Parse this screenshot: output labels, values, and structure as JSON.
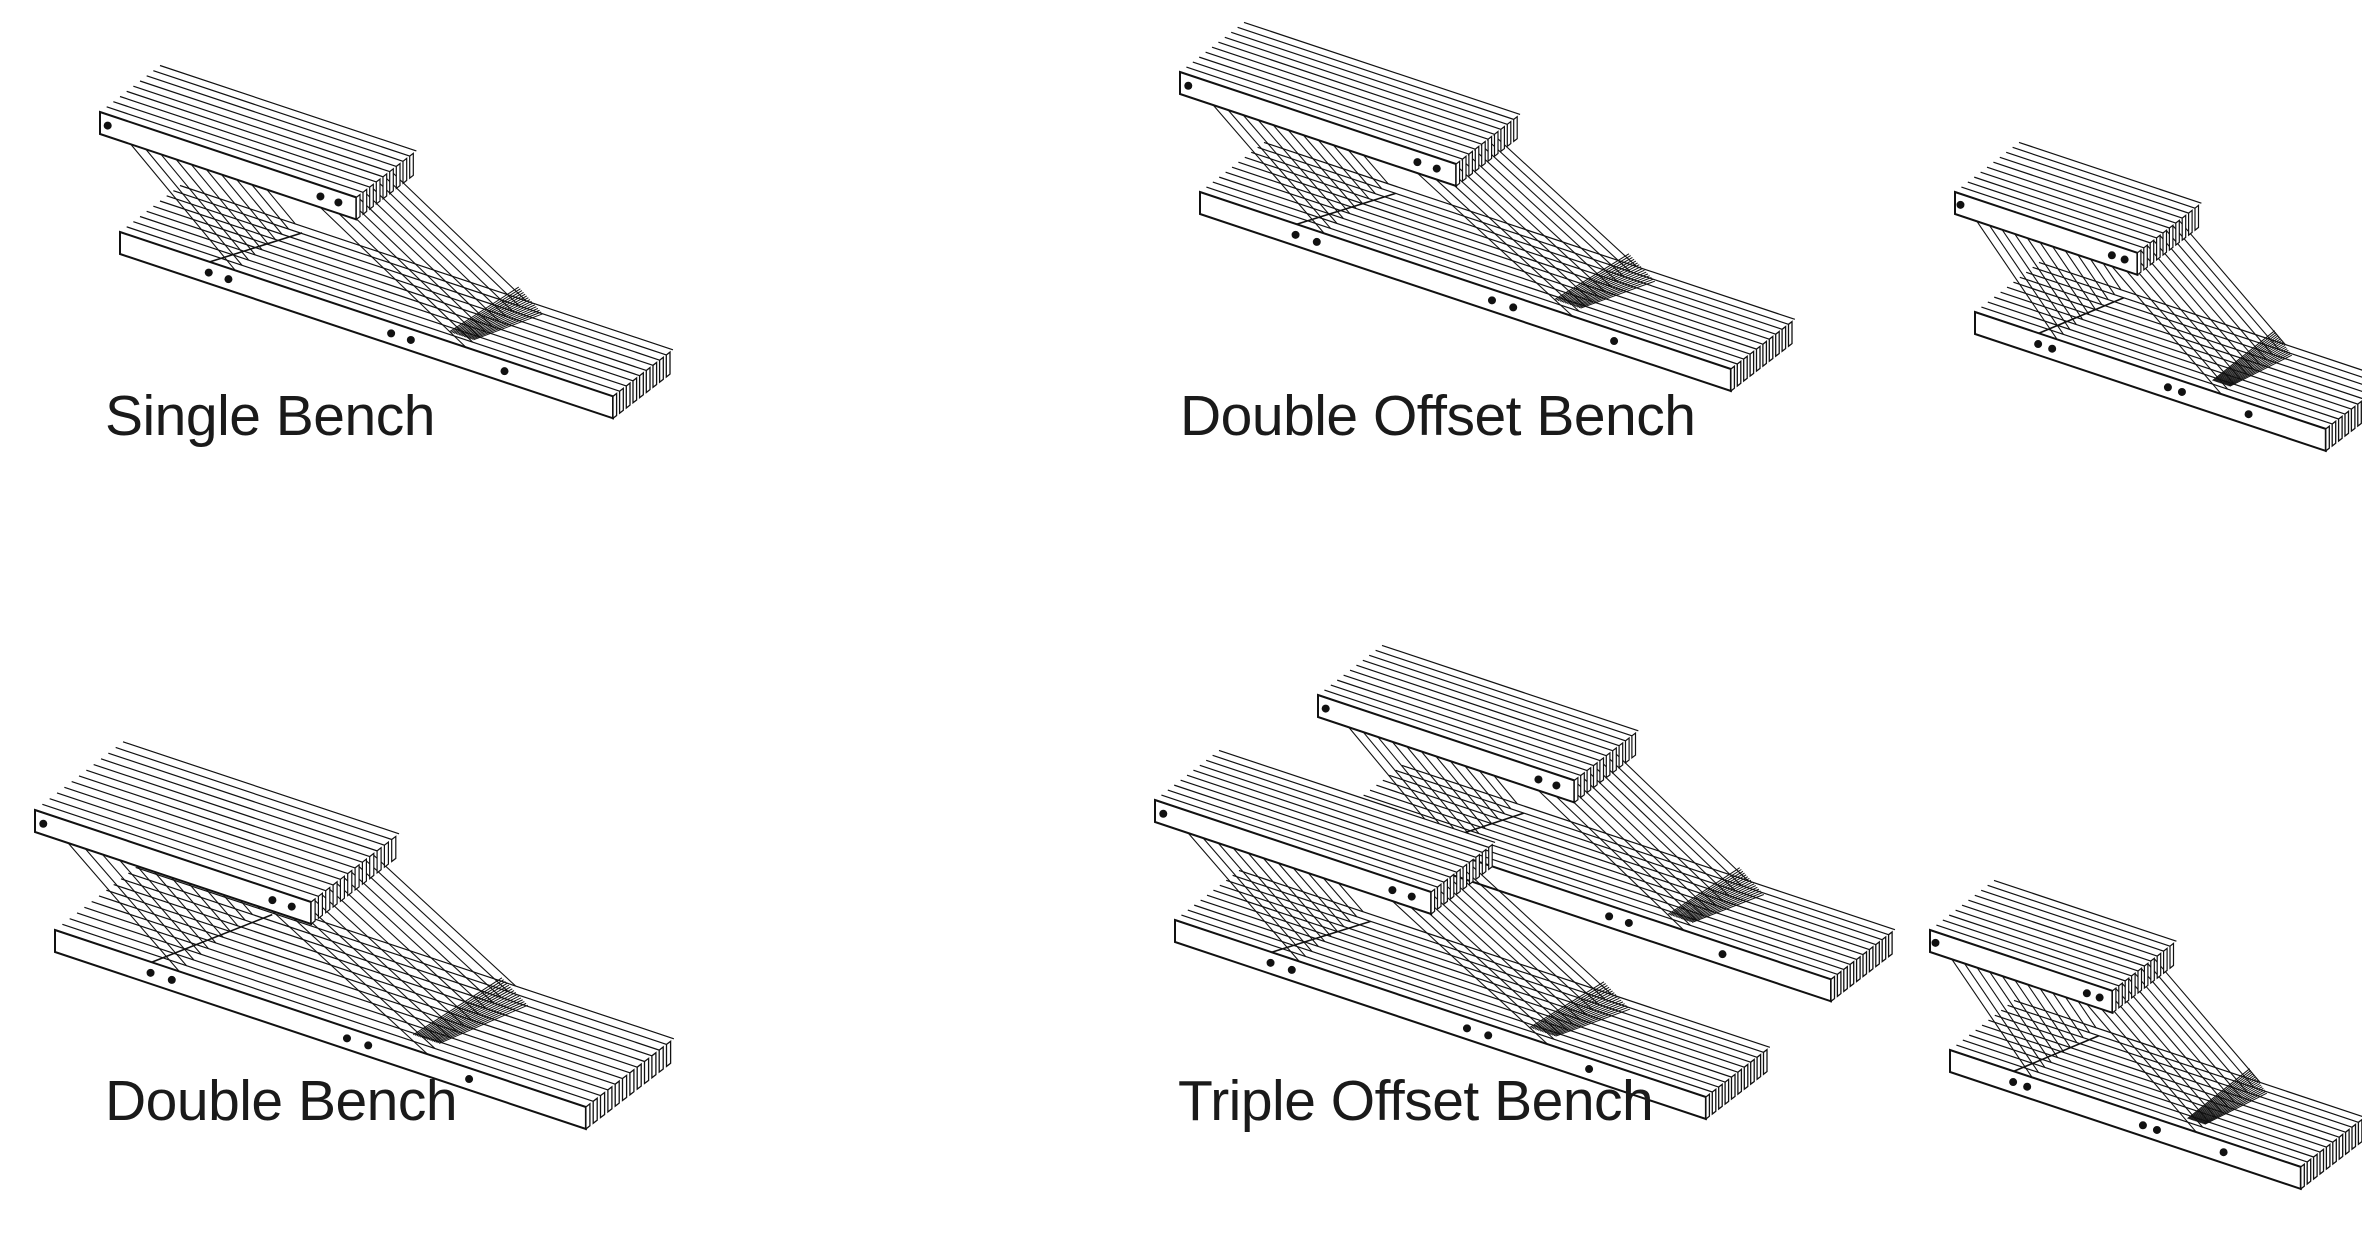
{
  "panels": [
    {
      "id": "single",
      "label": "Single Bench"
    },
    {
      "id": "double-offset",
      "label": "Double Offset Bench"
    },
    {
      "id": "double",
      "label": "Double Bench"
    },
    {
      "id": "triple-offset",
      "label": "Triple Offset Bench"
    }
  ],
  "colors": {
    "stroke": "#111111",
    "fill": "#ffffff",
    "background": "#ffffff"
  }
}
